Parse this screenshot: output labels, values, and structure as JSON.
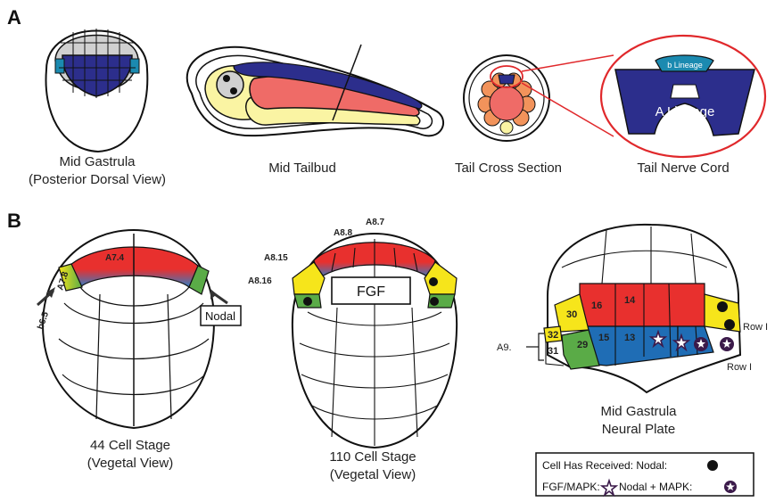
{
  "panels": {
    "a": "A",
    "b": "B"
  },
  "panel_a": {
    "caption_gastrula_1": "Mid Gastrula",
    "caption_gastrula_2": "(Posterior Dorsal View)",
    "caption_tailbud": "Mid Tailbud",
    "caption_cross_section": "Tail Cross Section",
    "caption_nerve_cord": "Tail Nerve Cord",
    "b_lineage": "b Lineage",
    "a_lineage": "A Lineage"
  },
  "panel_b": {
    "stage44": {
      "caption_1": "44 Cell Stage",
      "caption_2": "(Vegetal View)",
      "cell_a74": "A7.4",
      "cell_a78": "A7.8",
      "cell_b65": "b6.5",
      "nodal_box": "Nodal"
    },
    "stage110": {
      "caption_1": "110 Cell Stage",
      "caption_2": "(Vegetal View)",
      "a87": "A8.7",
      "a88": "A8.8",
      "a815": "A8.15",
      "a816": "A8.16",
      "fgf_box": "FGF"
    },
    "neural_plate": {
      "caption_1": "Mid Gastrula",
      "caption_2": "Neural Plate",
      "n14": "14",
      "n16": "16",
      "n30": "30",
      "n32": "32",
      "n31": "31",
      "n29": "29",
      "n15": "15",
      "n13": "13",
      "a9": "A9.",
      "row1_top": "Row I",
      "row1_bottom": "Row I"
    },
    "legend": {
      "line1": "Cell Has Received: Nodal:",
      "line2a": "FGF/MAPK:",
      "line2b": "Nodal + MAPK:"
    }
  },
  "colors": {
    "red": "#e8302e",
    "blue": "#1f6db5",
    "dark_blue": "#2c2e8c",
    "teal": "#1b8ab0",
    "yellow": "#f6e51b",
    "green": "#5aab47",
    "salmon": "#ef6b67",
    "pale_yellow": "#faf4a3",
    "orange": "#f2935b",
    "gray": "#d0d0d0",
    "nodal_dot": "#111111",
    "mapk_star": "#3b1a4a"
  }
}
